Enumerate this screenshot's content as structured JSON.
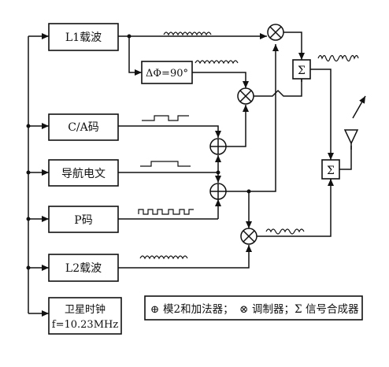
{
  "blocks": {
    "l1_carrier": "L1载波",
    "phase_shift": "ΔΦ=90°",
    "ca_code": "C/A码",
    "nav_message": "导航电文",
    "p_code": "P码",
    "l2_carrier": "L2载波",
    "clock_line1": "卫星时钟",
    "clock_line2": "f=10.23MHz"
  },
  "symbols": {
    "sum": "Σ"
  },
  "legend": {
    "adder_symbol": "⊕",
    "adder_text": "模2和加法器；",
    "modulator_symbol": "⊗",
    "modulator_text": "调制器；",
    "combiner_symbol": "Σ",
    "combiner_text": "信号合成器"
  }
}
